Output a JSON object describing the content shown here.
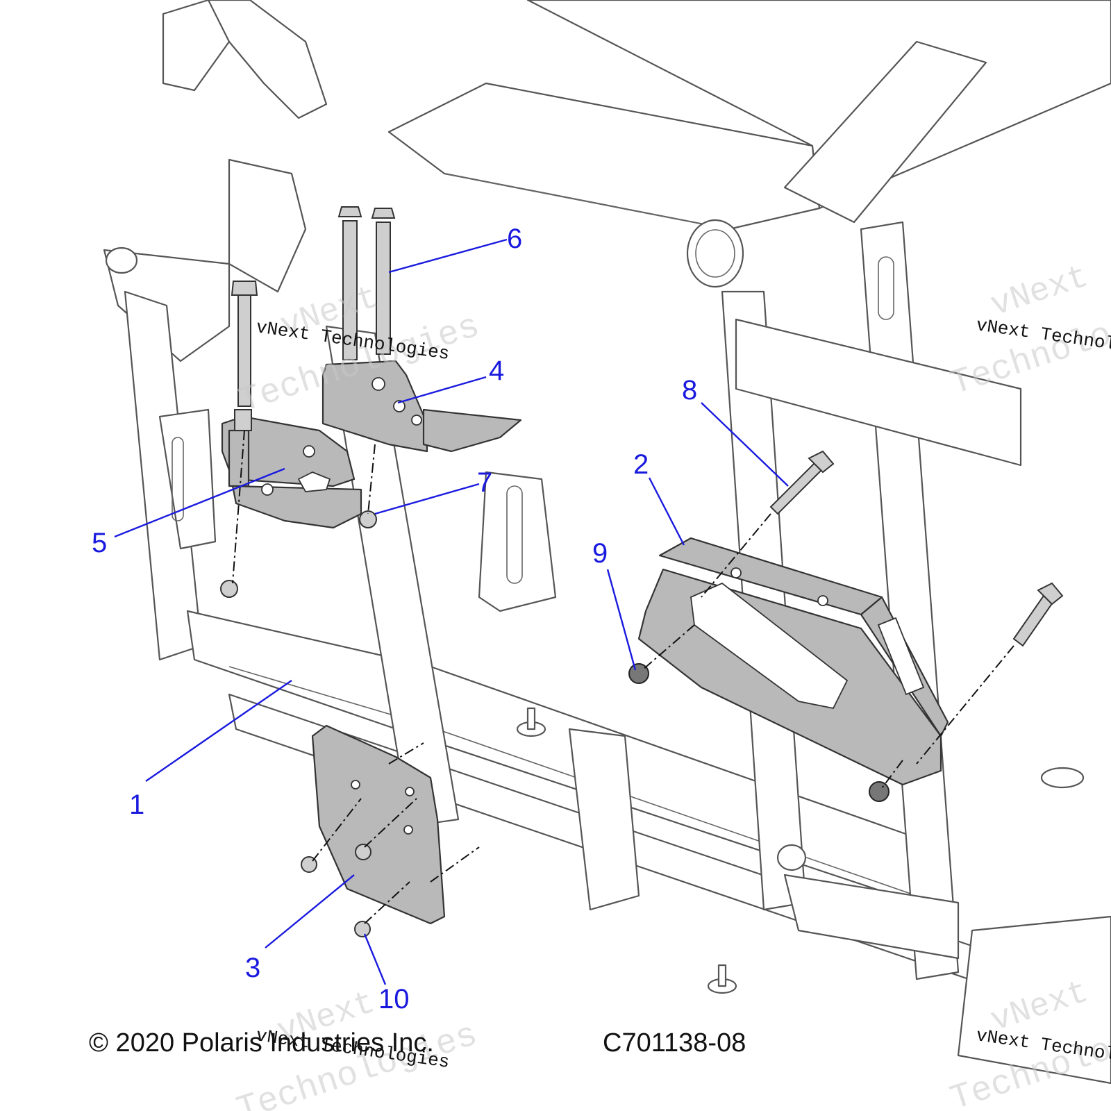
{
  "callouts": [
    {
      "label": "1"
    },
    {
      "label": "2"
    },
    {
      "label": "3"
    },
    {
      "label": "4"
    },
    {
      "label": "5"
    },
    {
      "label": "6"
    },
    {
      "label": "7"
    },
    {
      "label": "8"
    },
    {
      "label": "9"
    },
    {
      "label": "10"
    }
  ],
  "footer": {
    "copyright": "© 2020 Polaris Industries Inc.",
    "part_code": "C701138-08"
  },
  "watermark": {
    "line1": "vNext",
    "line2": "Technologies",
    "small": "vNext Technologies"
  },
  "colors": {
    "callout": "#1a1adf",
    "part_fill": "#b9b9b9",
    "frame_stroke": "#555555"
  }
}
